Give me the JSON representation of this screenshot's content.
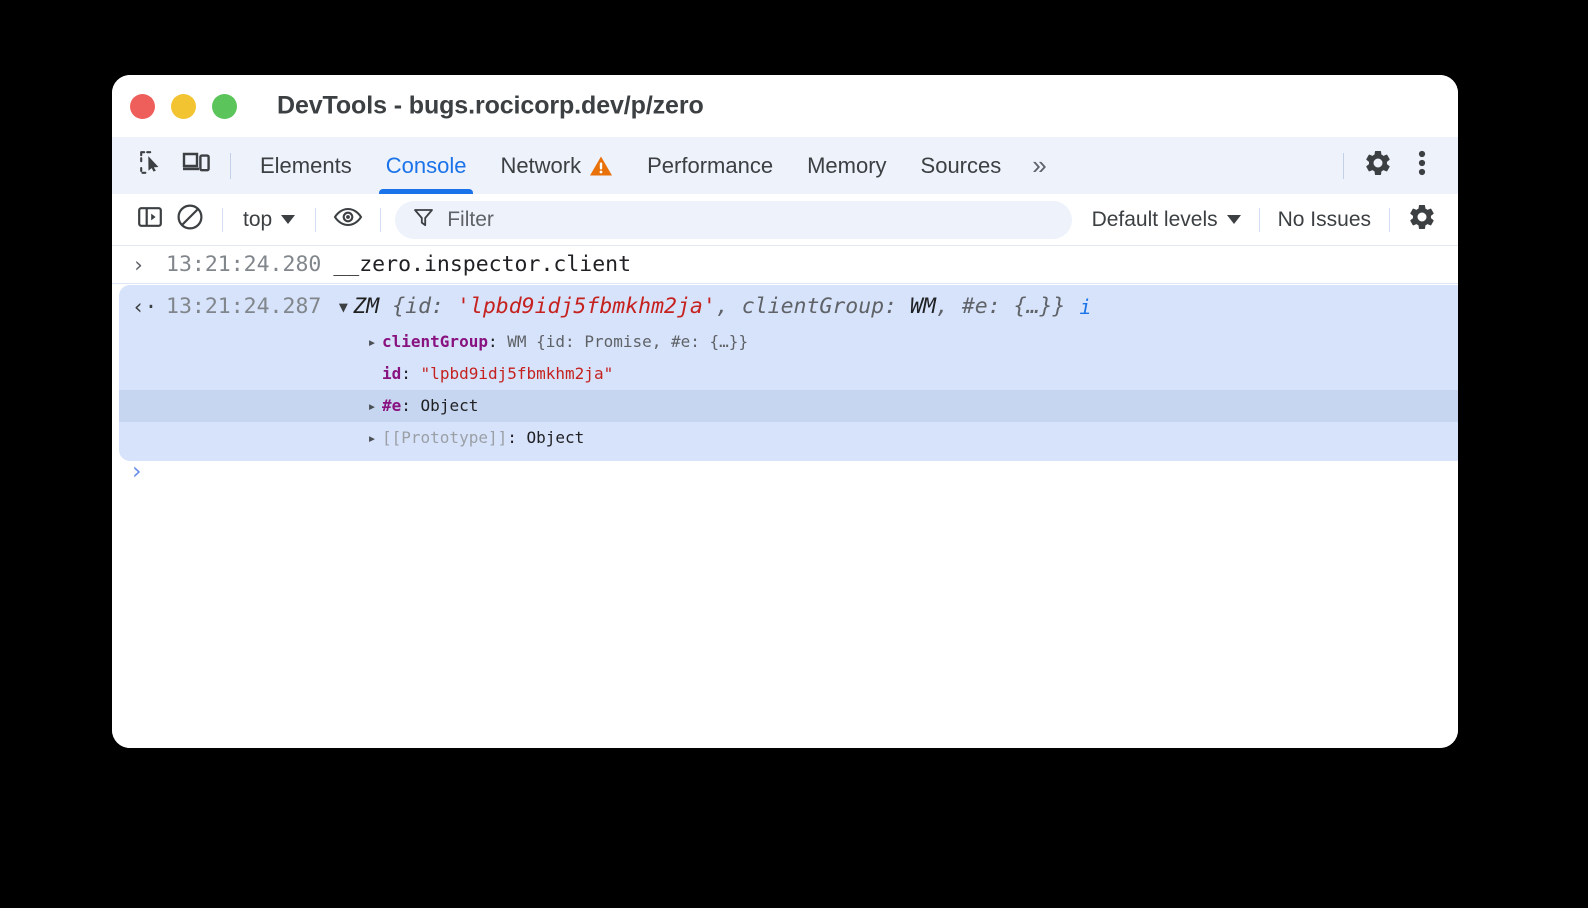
{
  "window": {
    "title": "DevTools - bugs.rocicorp.dev/p/zero",
    "traffic_lights": [
      {
        "name": "close",
        "color": "#ee5f5b"
      },
      {
        "name": "minimize",
        "color": "#f2c431"
      },
      {
        "name": "zoom",
        "color": "#5bc45b"
      }
    ]
  },
  "tabbar": {
    "inspect_icon": "inspect-element-icon",
    "device_icon": "device-toolbar-icon",
    "tabs": [
      {
        "label": "Elements",
        "active": false,
        "badge": null
      },
      {
        "label": "Console",
        "active": true,
        "badge": null
      },
      {
        "label": "Network",
        "active": false,
        "badge": "warning-triangle-icon"
      },
      {
        "label": "Performance",
        "active": false,
        "badge": null
      },
      {
        "label": "Memory",
        "active": false,
        "badge": null
      },
      {
        "label": "Sources",
        "active": false,
        "badge": null
      }
    ],
    "more_tabs_label": "»",
    "settings_icon": "gear-icon",
    "more_options_icon": "three-dot-menu-icon",
    "active_tab_color": "#1a73e8"
  },
  "console_toolbar": {
    "sidebar_toggle_icon": "console-sidebar-icon",
    "clear_console_icon": "clear-console-icon",
    "context_selector": "top",
    "live_expression_icon": "eye-icon",
    "filter_icon": "filter-icon",
    "filter_placeholder": "Filter",
    "filter_value": "",
    "levels_label": "Default levels",
    "issues_label": "No Issues",
    "settings_icon": "gear-icon"
  },
  "console": {
    "command": {
      "gutter": "›",
      "timestamp": "13:21:24.280",
      "text": "__zero.inspector.client"
    },
    "result": {
      "gutter": "‹·",
      "timestamp": "13:21:24.287",
      "disclosure": "▼",
      "class_name": "ZM",
      "preview_open": "{",
      "preview_key1": "id:",
      "preview_val1": "'lpbd9idj5fbmkhm2ja'",
      "preview_sep1": ",",
      "preview_key2": "clientGroup:",
      "preview_val2": "WM",
      "preview_sep2": ",",
      "preview_key3": "#e:",
      "preview_val3": "{…}",
      "preview_close": "}",
      "info_icon": "i",
      "properties": [
        {
          "expandable": true,
          "triangle": "▸",
          "name": "clientGroup",
          "name_style": "key",
          "colon": ":",
          "value": "WM {id: Promise, #e: {…}}",
          "value_style": "preview",
          "hovered": false
        },
        {
          "expandable": false,
          "triangle": "",
          "name": "id",
          "name_style": "key",
          "colon": ":",
          "value": "\"lpbd9idj5fbmkhm2ja\"",
          "value_style": "string",
          "hovered": false
        },
        {
          "expandable": true,
          "triangle": "▸",
          "name": "#e",
          "name_style": "key",
          "colon": ":",
          "value": "Object",
          "value_style": "object",
          "hovered": true
        },
        {
          "expandable": true,
          "triangle": "▸",
          "name": "[[Prototype]]",
          "name_style": "internal",
          "colon": ":",
          "value": "Object",
          "value_style": "object",
          "hovered": false
        }
      ]
    },
    "prompt": "›"
  }
}
